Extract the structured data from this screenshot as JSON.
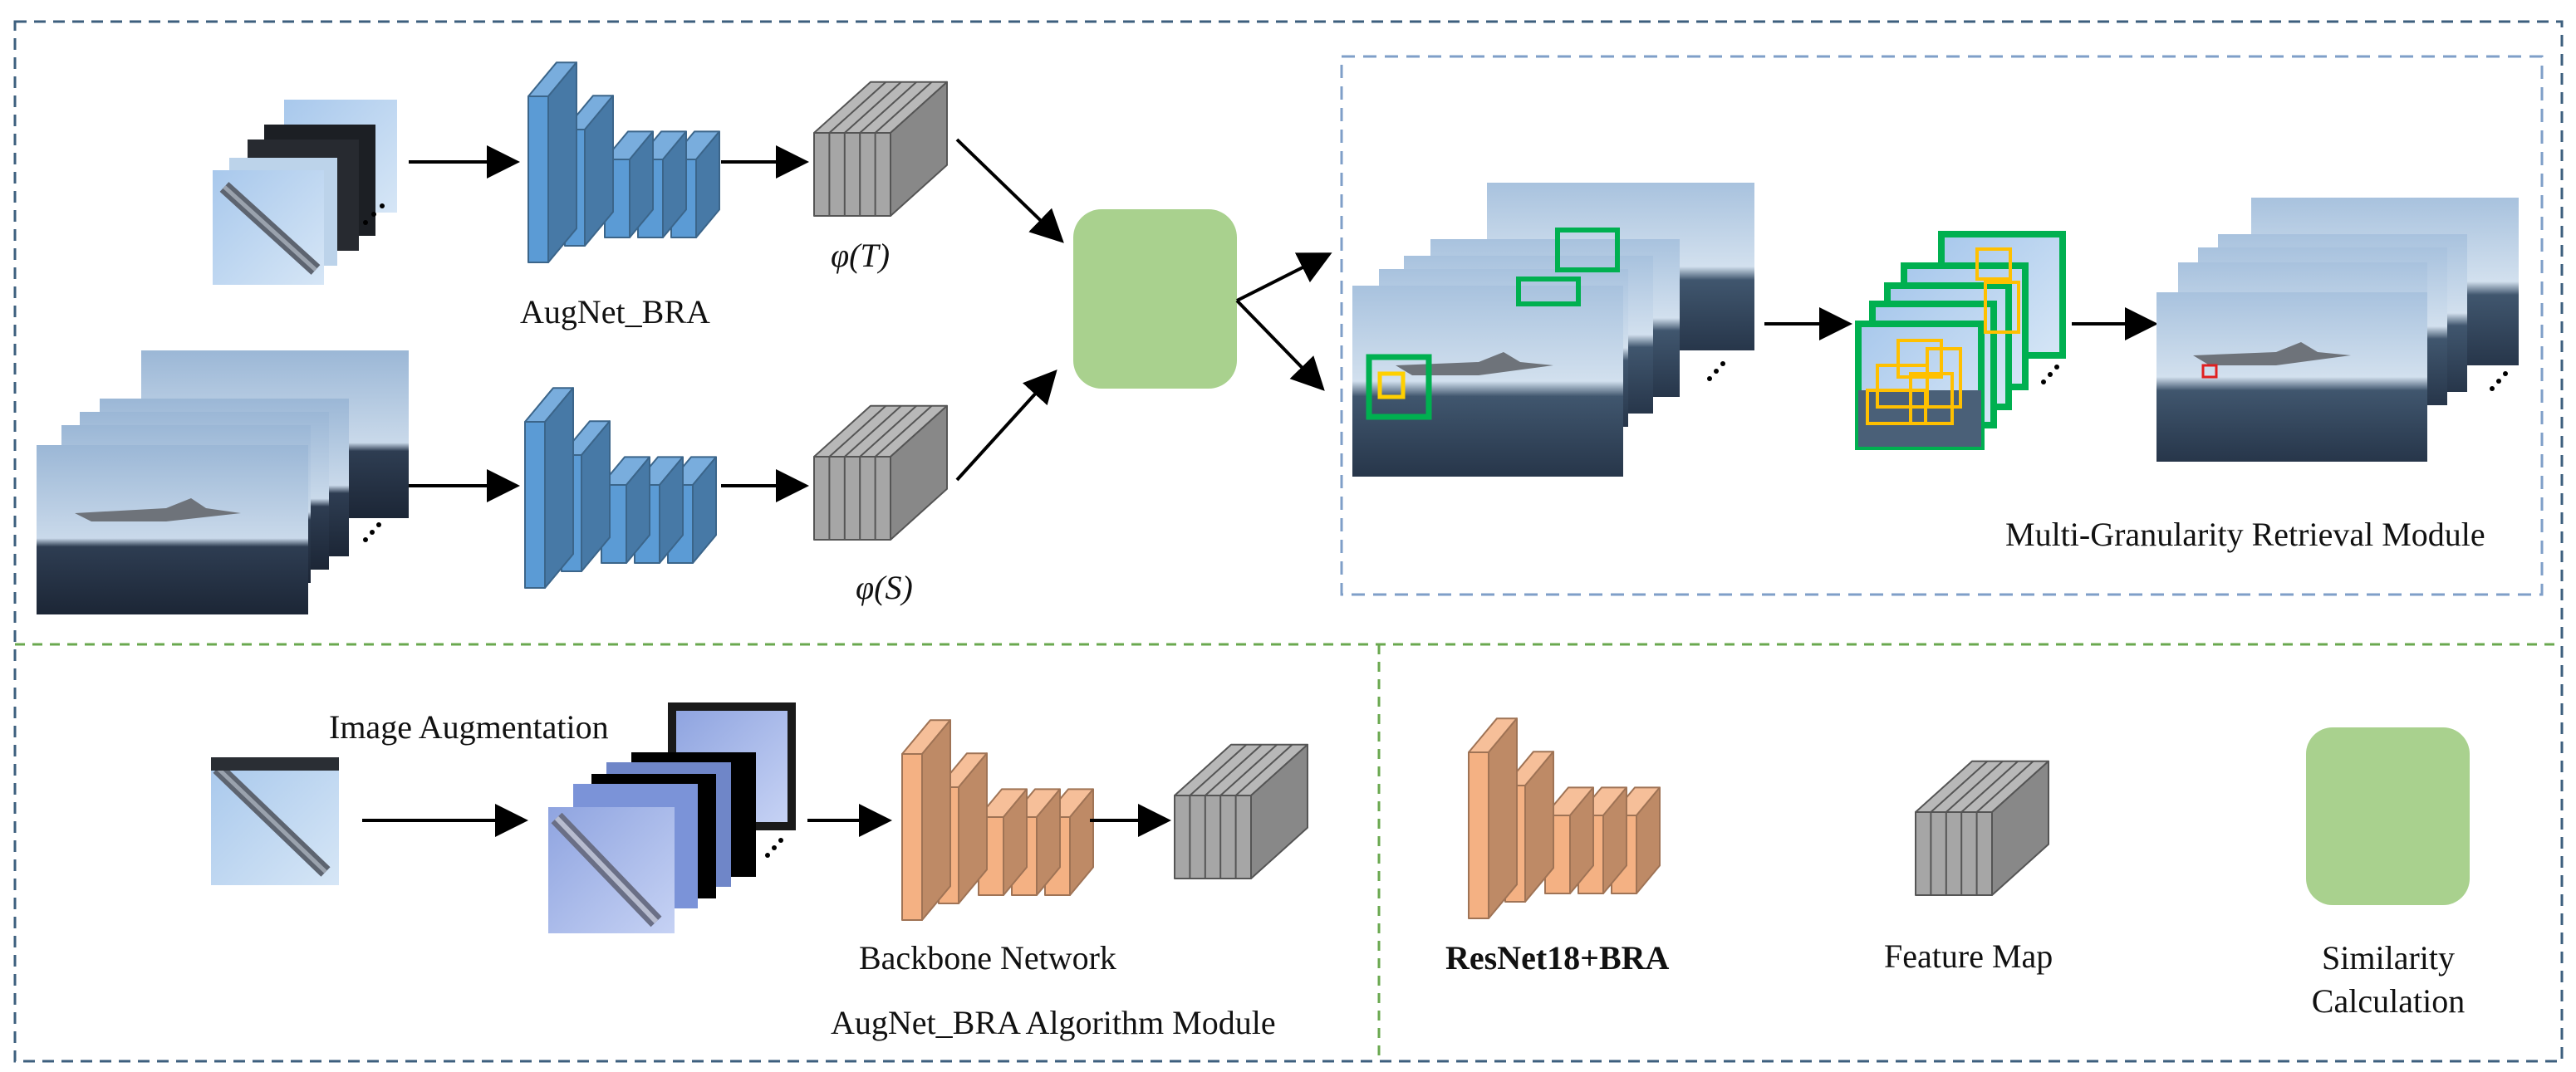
{
  "labels": {
    "augnet_bra": "AugNet_BRA",
    "phi_t": "φ(T)",
    "phi_s": "φ(S)",
    "mgr_module": "Multi-Granularity Retrieval Module",
    "image_augmentation": "Image Augmentation",
    "backbone_network": "Backbone Network",
    "augnet_module": "AugNet_BRA Algorithm Module"
  },
  "legend": {
    "resnet": "ResNet18+BRA",
    "feature_map": "Feature Map",
    "similarity_line1": "Similarity",
    "similarity_line2": "Calculation"
  },
  "colors": {
    "outer_border": "#3d5f7e",
    "green_border": "#6aa84f",
    "blue_dashed": "#7f9fc8",
    "network_blue": "#5b9bd5",
    "network_orange": "#f4b183",
    "feature_gray": "#a6a6a6",
    "similarity_green": "#a9d18e",
    "box_green": "#00b050",
    "box_yellow": "#ffc000",
    "box_red": "#e02020"
  }
}
